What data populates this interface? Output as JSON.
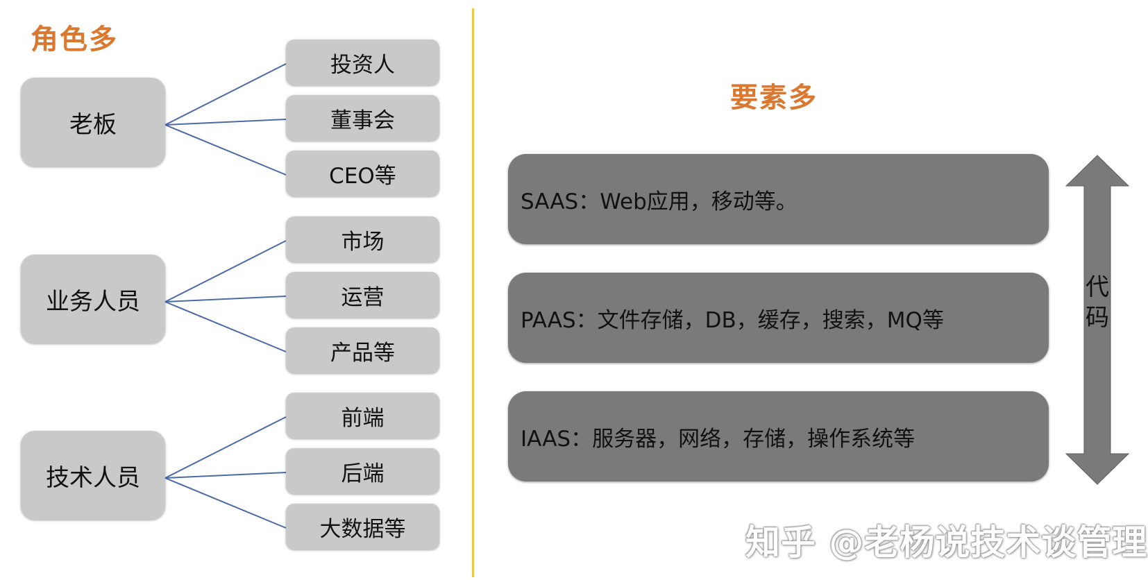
{
  "left": {
    "title": "角色多",
    "groups": [
      {
        "label": "老板",
        "children": [
          "投资人",
          "董事会",
          "CEO等"
        ]
      },
      {
        "label": "业务人员",
        "children": [
          "市场",
          "运营",
          "产品等"
        ]
      },
      {
        "label": "技术人员",
        "children": [
          "前端",
          "后端",
          "大数据等"
        ]
      }
    ]
  },
  "right": {
    "title": "要素多",
    "layers": [
      "SAAS：Web应用，移动等。",
      "PAAS：文件存储，DB，缓存，搜索，MQ等",
      "IAAS：服务器，网络，存储，操作系统等"
    ],
    "arrow_label": "代码"
  },
  "watermark": "知乎 @老杨说技术谈管理",
  "colors": {
    "heading": "#d9782e",
    "box_light": "#c9c9c9",
    "box_dark": "#7a7a7a",
    "connector": "#4a6aa8",
    "divider": "#f1c74a"
  }
}
